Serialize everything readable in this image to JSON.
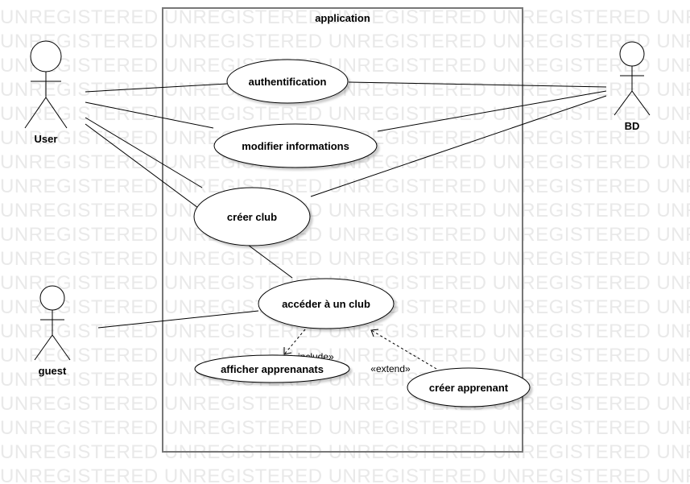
{
  "watermark_text": "UNREGISTERED",
  "system": {
    "title": "application"
  },
  "actors": {
    "user": "User",
    "guest": "guest",
    "bd": "BD"
  },
  "use_cases": {
    "authentification": "authentification",
    "modifier_informations": "modifier informations",
    "creer_club": "créer club",
    "acceder_club": "accéder à un club",
    "afficher_apprenants": "afficher apprenanats",
    "creer_apprenant": "créer apprenant"
  },
  "stereotypes": {
    "include": "«include»",
    "extend": "«extend»"
  }
}
